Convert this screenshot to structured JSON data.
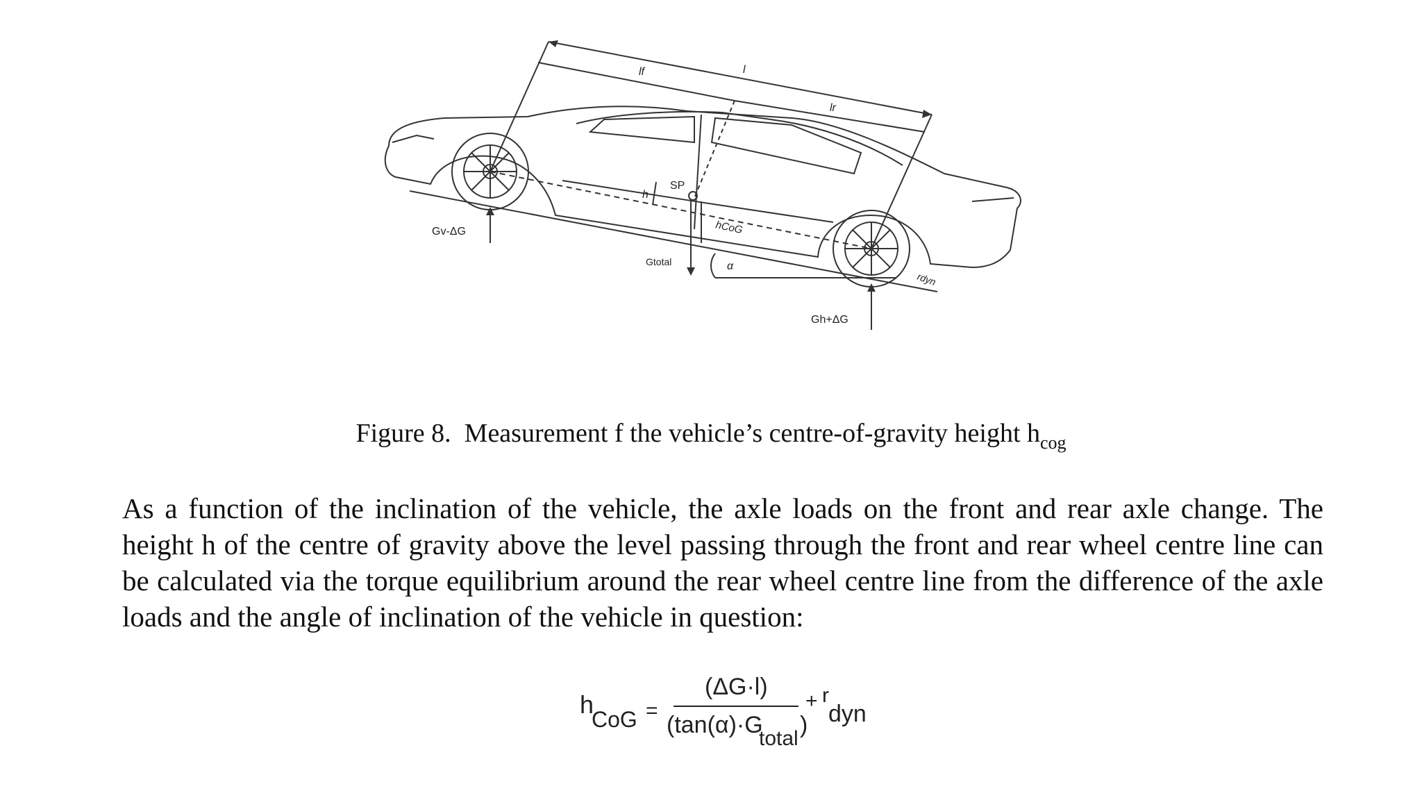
{
  "figure": {
    "labels": {
      "lf": "lf",
      "l": "l",
      "lr": "lr",
      "sp": "SP",
      "h": "h",
      "hcog": "hCoG",
      "gv": "Gv-ΔG",
      "gtotal": "Gtotal",
      "alpha": "α",
      "gh": "Gh+ΔG",
      "rdyn": "rdyn"
    }
  },
  "caption": {
    "prefix": "Figure 8.",
    "text": "Measurement f the vehicle’s centre-of-gravity height h",
    "subscript": "cog"
  },
  "paragraph": "As a function of the inclination of the vehicle, the axle loads on the front and rear axle change. The height h of the centre of gravity above the level passing through the front and rear wheel centre line can be calculated via the torque equilibrium around the rear wheel centre line from the difference of the axle loads and the angle of inclination of the vehicle in question:",
  "formula": {
    "lhs_h": "h",
    "lhs_sub": "CoG",
    "equals": "=",
    "numerator": "(ΔG·l)",
    "denominator_main": "(tan(α)·G",
    "denominator_sub": "total",
    "denominator_close": ")",
    "plus": "+",
    "r": "r",
    "r_sub": "dyn"
  }
}
